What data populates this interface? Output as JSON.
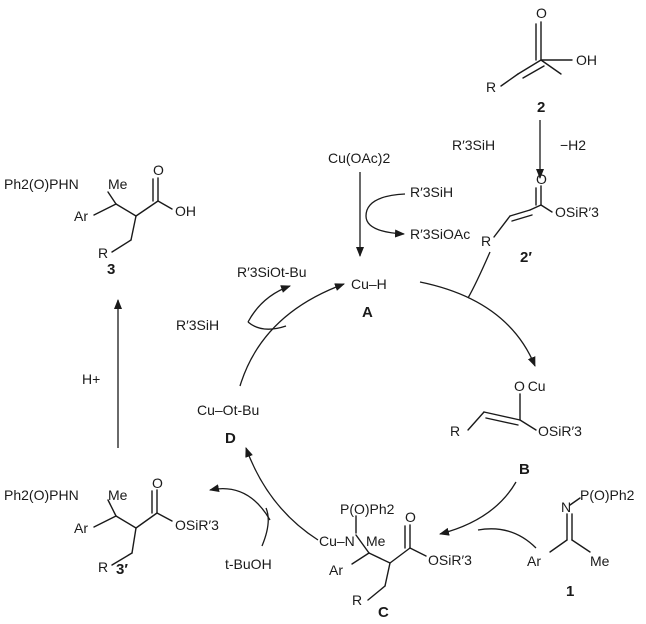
{
  "compounds": {
    "c2": {
      "label": "2",
      "oh": "OH",
      "o": "O",
      "r": "R"
    },
    "c2p": {
      "label": "2′",
      "o": "O",
      "osi": "OSiR′3",
      "r": "R"
    },
    "cA": {
      "label": "A",
      "formula": "Cu–H"
    },
    "cB": {
      "label": "B",
      "ocu": "O Cu",
      "osi": "OSiR′3",
      "r": "R"
    },
    "c1": {
      "label": "1",
      "n": "N",
      "pop": "P(O)Ph2",
      "ar": "Ar",
      "me": "Me"
    },
    "cC": {
      "label": "C",
      "pop": "P(O)Ph2",
      "cun": "Cu–N",
      "me": "Me",
      "ar": "Ar",
      "o": "O",
      "osi": "OSiR′3",
      "r": "R"
    },
    "cD": {
      "label": "D",
      "formula": "Cu–Ot-Bu"
    },
    "c3p": {
      "label": "3′",
      "amine": "Ph2(O)PHN",
      "me": "Me",
      "ar": "Ar",
      "o": "O",
      "osi": "OSiR′3",
      "r": "R"
    },
    "c3": {
      "label": "3",
      "amine": "Ph2(O)PHN",
      "me": "Me",
      "ar": "Ar",
      "o": "O",
      "oh": "OH",
      "r": "R"
    }
  },
  "reagents": {
    "silane_top": "R′3SiH",
    "h2": "−H2",
    "cuoac2": "Cu(OAc)2",
    "silane_in": "R′3SiH",
    "siloac_out": "R′3SiOAc",
    "siloet_out": "R′3SiOt-Bu",
    "silane_left": "R′3SiH",
    "hplus": "H+",
    "tbuoh": "t-BuOH"
  }
}
